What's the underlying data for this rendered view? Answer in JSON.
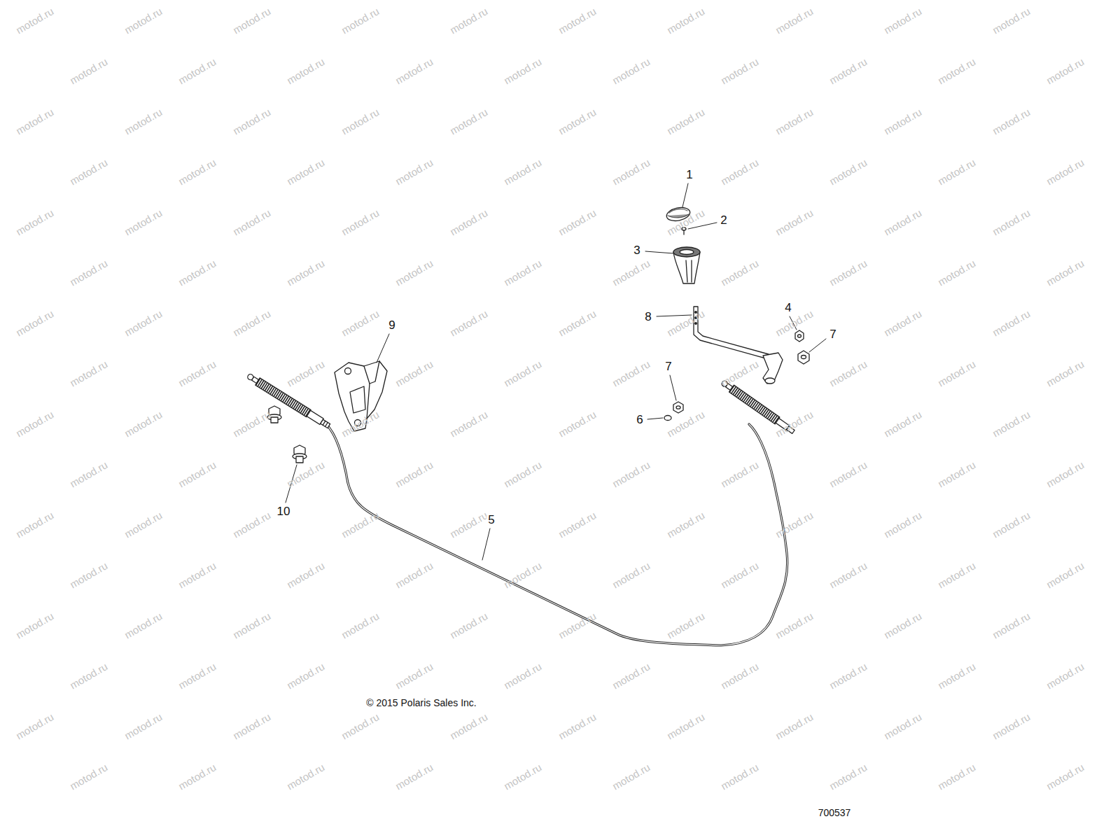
{
  "diagram": {
    "labels": [
      "1",
      "2",
      "3",
      "8",
      "4",
      "7",
      "7",
      "6",
      "9",
      "10",
      "5",
      "© 2015 Polaris Sales Inc.",
      "700537",
      "motod.ru",
      "motod.ru",
      "motod.ru",
      "motod.ru",
      "motod.ru",
      "motod.ru",
      "motod.ru",
      "motod.ru",
      "motod.ru",
      "motod.ru",
      "motod.ru",
      "motod.ru",
      "motod.ru",
      "motod.ru",
      "motod.ru",
      "motod.ru",
      "motod.ru",
      "motod.ru",
      "motod.ru",
      "motod.ru",
      "motod.ru",
      "motod.ru",
      "motod.ru",
      "motod.ru",
      "motod.ru",
      "motod.ru",
      "motod.ru",
      "motod.ru",
      "motod.ru",
      "motod.ru",
      "motod.ru",
      "motod.ru",
      "motod.ru",
      "motod.ru",
      "motod.ru",
      "motod.ru",
      "motod.ru",
      "motod.ru",
      "motod.ru",
      "motod.ru",
      "motod.ru",
      "motod.ru",
      "motod.ru",
      "motod.ru",
      "motod.ru",
      "motod.ru",
      "motod.ru",
      "motod.ru",
      "motod.ru",
      "motod.ru",
      "motod.ru",
      "motod.ru",
      "motod.ru",
      "motod.ru",
      "motod.ru",
      "motod.ru",
      "motod.ru",
      "motod.ru",
      "motod.ru",
      "motod.ru",
      "motod.ru",
      "motod.ru",
      "motod.ru",
      "motod.ru",
      "motod.ru",
      "motod.ru",
      "motod.ru",
      "motod.ru",
      "motod.ru",
      "motod.ru",
      "motod.ru",
      "motod.ru",
      "motod.ru",
      "motod.ru",
      "motod.ru",
      "motod.ru",
      "motod.ru",
      "motod.ru",
      "motod.ru",
      "motod.ru",
      "motod.ru",
      "motod.ru",
      "motod.ru",
      "motod.ru",
      "motod.ru",
      "motod.ru",
      "motod.ru",
      "motod.ru",
      "motod.ru",
      "motod.ru",
      "motod.ru",
      "motod.ru",
      "motod.ru",
      "motod.ru",
      "motod.ru",
      "motod.ru",
      "motod.ru",
      "motod.ru",
      "motod.ru",
      "motod.ru",
      "motod.ru",
      "motod.ru",
      "motod.ru",
      "motod.ru",
      "motod.ru",
      "motod.ru",
      "motod.ru",
      "motod.ru",
      "motod.ru",
      "motod.ru",
      "motod.ru",
      "motod.ru",
      "motod.ru",
      "motod.ru",
      "motod.ru",
      "motod.ru",
      "motod.ru",
      "motod.ru",
      "motod.ru",
      "motod.ru",
      "motod.ru",
      "motod.ru",
      "motod.ru",
      "motod.ru",
      "motod.ru",
      "motod.ru",
      "motod.ru",
      "motod.ru",
      "motod.ru",
      "motod.ru",
      "motod.ru",
      "motod.ru",
      "motod.ru",
      "motod.ru",
      "motod.ru",
      "motod.ru",
      "motod.ru",
      "motod.ru",
      "motod.ru",
      "motod.ru",
      "motod.ru",
      "motod.ru",
      "motod.ru",
      "motod.ru",
      "motod.ru",
      "motod.ru",
      "motod.ru",
      "motod.ru",
      "motod.ru",
      "motod.ru",
      "motod.ru",
      "motod.ru",
      "motod.ru",
      "motod.ru",
      "motod.ru",
      "motod.ru",
      "motod.ru",
      "motod.ru",
      "motod.ru",
      "motod.ru"
    ]
  }
}
